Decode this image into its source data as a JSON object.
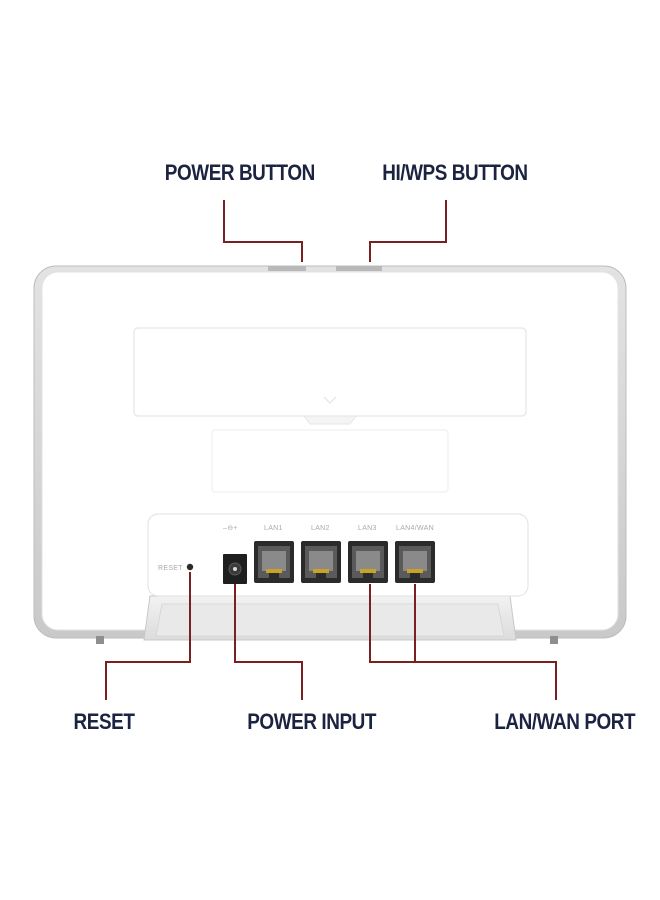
{
  "callouts": {
    "power_button": "POWER BUTTON",
    "wps_button": "HI/WPS BUTTON",
    "reset": "RESET",
    "power_input": "POWER INPUT",
    "lan_wan_port": "LAN/WAN PORT"
  },
  "panel": {
    "reset_label": "RESET",
    "power_symbol": "–⊖+",
    "ports": [
      "LAN1",
      "LAN2",
      "LAN3",
      "LAN4/WAN"
    ]
  },
  "colors": {
    "leader_line": "#7a1f22",
    "callout_text": "#1c2340",
    "router_body": "#ffffff",
    "router_frame": "#cfcfcf"
  }
}
